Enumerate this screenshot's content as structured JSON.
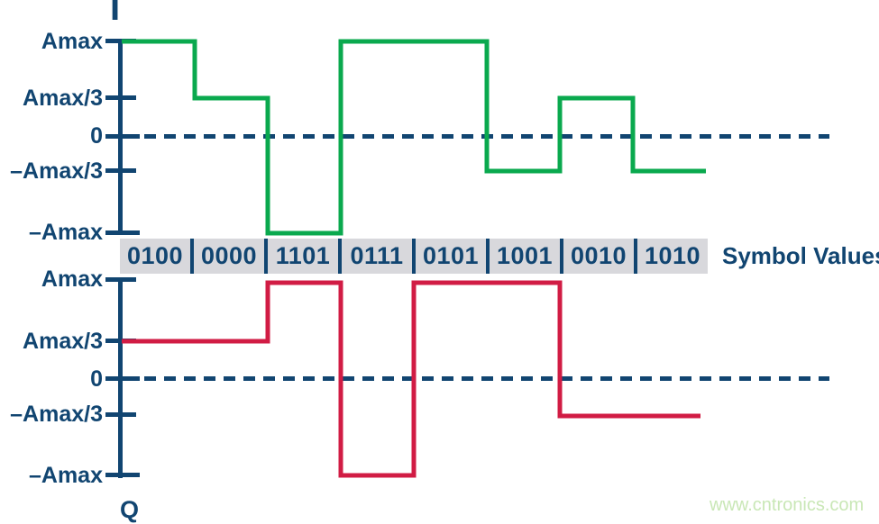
{
  "figure": {
    "top_plot": {
      "channel_label": "I",
      "axis_labels": [
        "Amax",
        "Amax/3",
        "0",
        "–Amax/3",
        "–Amax"
      ]
    },
    "bottom_plot": {
      "channel_label": "Q",
      "axis_labels": [
        "Amax",
        "Amax/3",
        "0",
        "–Amax/3",
        "–Amax"
      ]
    },
    "symbol_strip": {
      "values": [
        "0100",
        "0000",
        "1101",
        "0111",
        "0101",
        "1001",
        "0010",
        "1010"
      ],
      "label": "Symbol Values"
    },
    "watermark": "www.cntronics.com"
  },
  "colors": {
    "navy": "#114571",
    "green": "#0aa94e",
    "red": "#d11c44",
    "strip_background": "#d8d8dc",
    "watermark_green": "#c9e7b6"
  },
  "chart_data": {
    "type": "line",
    "subtype": "step-waveform-pair",
    "categories": [
      "0100",
      "0000",
      "1101",
      "0111",
      "0101",
      "1001",
      "0010",
      "1010"
    ],
    "x_label": "Symbol Values",
    "y_ticks": [
      "Amax",
      "Amax/3",
      "0",
      "–Amax/3",
      "–Amax"
    ],
    "grid": "dashed zero line only",
    "series": [
      {
        "name": "I",
        "color": "#0aa94e",
        "levels": [
          "Amax",
          "Amax/3",
          "-Amax",
          "Amax",
          "Amax",
          "-Amax/3",
          "Amax/3",
          "-Amax/3"
        ],
        "values_in_amax_units": [
          1,
          0.333,
          -1,
          1,
          1,
          -0.333,
          0.333,
          -0.333
        ]
      },
      {
        "name": "Q",
        "color": "#d11c44",
        "levels": [
          "Amax/3",
          "Amax/3",
          "Amax",
          "-Amax",
          "Amax",
          "Amax",
          "-Amax/3",
          "-Amax/3"
        ],
        "values_in_amax_units": [
          0.333,
          0.333,
          1,
          -1,
          1,
          1,
          -0.333,
          -0.333
        ]
      }
    ]
  }
}
